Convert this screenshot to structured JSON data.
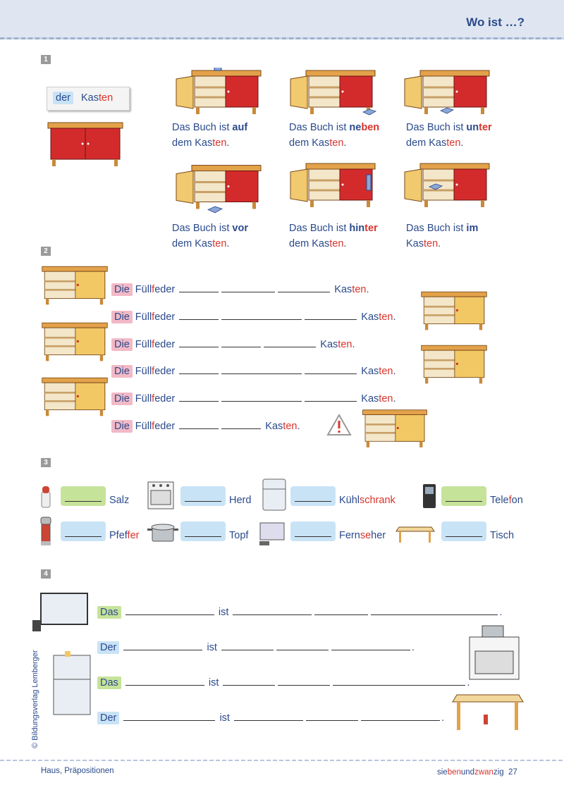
{
  "header": {
    "title": "Wo ist …?"
  },
  "section_numbers": [
    "1",
    "2",
    "3",
    "4"
  ],
  "ex1": {
    "card": {
      "article": "der",
      "noun_pre": "Kas",
      "noun_red": "ten"
    },
    "captions": [
      {
        "pre": "Das Buch ist ",
        "p1": "",
        "p2": "auf",
        "line2": "dem Kas",
        "line2_red": "ten",
        "end": "."
      },
      {
        "pre": "Das Buch ist ",
        "p1": "ne",
        "p2": "ben",
        "line2": "dem Kas",
        "line2_red": "ten",
        "end": "."
      },
      {
        "pre": "Das Buch ist ",
        "p1": "un",
        "p2": "ter",
        "line2": "dem Kas",
        "line2_red": "ten",
        "end": "."
      },
      {
        "pre": "Das Buch ist ",
        "p1": "",
        "p2": "vor",
        "line2": "dem Kas",
        "line2_red": "ten",
        "end": "."
      },
      {
        "pre": "Das Buch ist ",
        "p1": "hin",
        "p2": "ter",
        "line2": "dem Kas",
        "line2_red": "ten",
        "end": "."
      },
      {
        "pre": "Das Buch ist ",
        "p1": "",
        "p2": "im",
        "line2": "Kas",
        "line2_red": "ten",
        "end": "."
      }
    ]
  },
  "ex2": {
    "article": "Die",
    "word_pre": "Füll",
    "word_red": "f",
    "word_post": "eder",
    "end_pre": "Kas",
    "end_red": "ten",
    "end_dot": "."
  },
  "ex3": {
    "items": [
      {
        "pre": "Salz",
        "red": "",
        "post": ""
      },
      {
        "pre": "Herd",
        "red": "",
        "post": ""
      },
      {
        "pre": "Kühl",
        "red": "schrank",
        "post": ""
      },
      {
        "pre": "Tele",
        "red": "f",
        "post": "on"
      },
      {
        "pre": "P",
        "red": "f",
        "post": "ef",
        "red2": "fer"
      },
      {
        "pre": "Top",
        "red": "",
        "post": "f"
      },
      {
        "pre": "Fern",
        "red": "se",
        "post": "her"
      },
      {
        "pre": "Tisch",
        "red": "",
        "post": ""
      }
    ]
  },
  "ex4": {
    "rows": [
      {
        "article": "Das",
        "verb": "ist",
        "end": "."
      },
      {
        "article": "Der",
        "verb": "ist",
        "end": "."
      },
      {
        "article": "Das",
        "verb": "ist",
        "end": "."
      },
      {
        "article": "Der",
        "verb": "ist",
        "end": "."
      }
    ]
  },
  "footer": {
    "left": "Haus, Präpositionen",
    "pagenum_words": [
      "sie",
      "ben",
      "und",
      "zwan",
      "zig"
    ],
    "page": "27",
    "copyright": "© Bildungsverlag Lemberger"
  },
  "colors": {
    "accent_blue": "#2a4a8c",
    "accent_red": "#d8342c",
    "green_box": "#c6e39a",
    "blue_box": "#c9e3f6",
    "pink_box": "#f2b9c6"
  }
}
